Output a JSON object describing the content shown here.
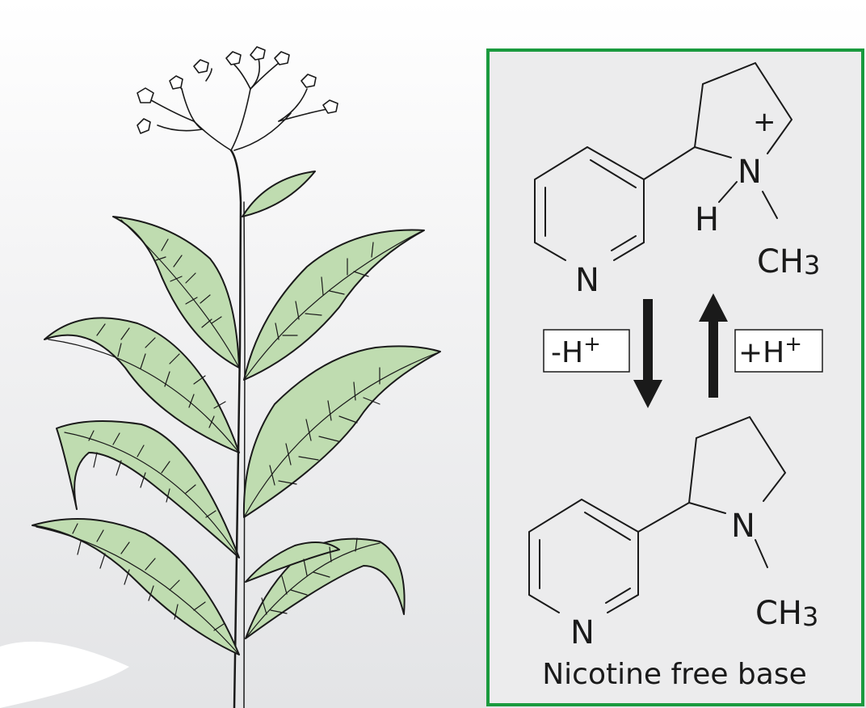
{
  "colors": {
    "frame": "#1a9a3e",
    "leaf_fill": "#bfdcb0",
    "line": "#1a1a1a",
    "panel_fill": "#ececed"
  },
  "protonated": {
    "plus": "+",
    "n_pyrrolidine": "N",
    "h": "H",
    "ch3": "CH",
    "ch3_sub": "3",
    "n_pyridine": "N"
  },
  "equilibrium": {
    "deprotonate": "-H",
    "protonate": "+H",
    "charge": "+"
  },
  "freebase": {
    "n_pyrrolidine": "N",
    "ch3": "CH",
    "ch3_sub": "3",
    "n_pyridine": "N",
    "caption": "Nicotine free base"
  }
}
